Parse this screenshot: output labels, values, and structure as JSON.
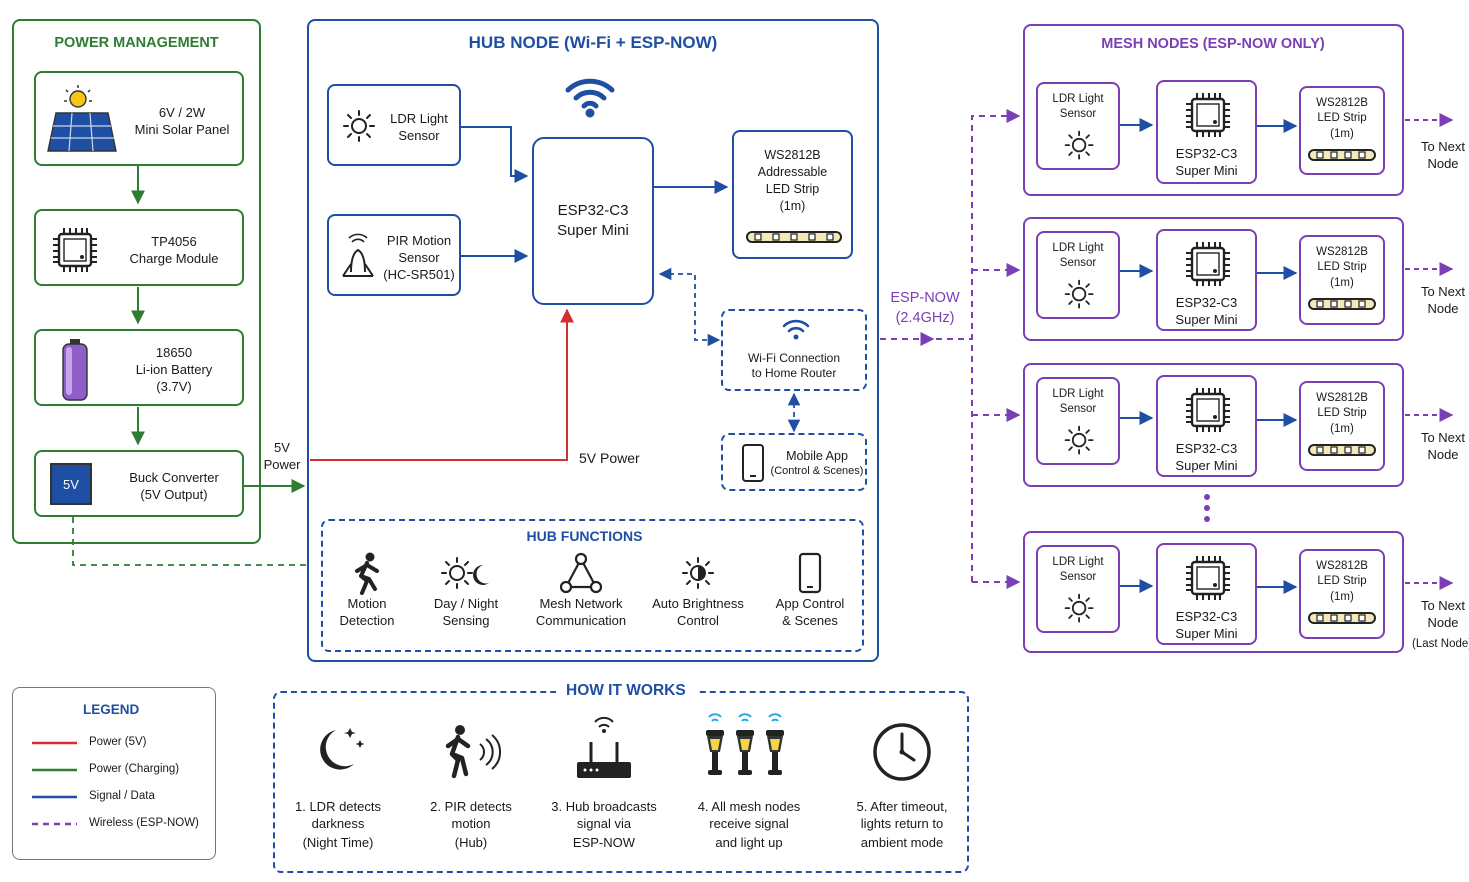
{
  "power": {
    "title": "POWER MANAGEMENT",
    "solar": [
      "6V / 2W",
      "Mini Solar Panel"
    ],
    "charger": [
      "TP4056",
      "Charge Module"
    ],
    "battery": [
      "18650",
      "Li-ion Battery",
      "(3.7V)"
    ],
    "buck": [
      "Buck Converter",
      "(5V Output)"
    ],
    "buck_chip_label": "5V",
    "out_label": [
      "5V",
      "Power"
    ]
  },
  "hub": {
    "title": "HUB NODE (Wi-Fi + ESP-NOW)",
    "ldr": [
      "LDR Light",
      "Sensor"
    ],
    "pir": [
      "PIR Motion",
      "Sensor",
      "(HC-SR501)"
    ],
    "esp": [
      "ESP32-C3",
      "Super Mini"
    ],
    "led": [
      "WS2812B",
      "Addressable",
      "LED Strip",
      "(1m)"
    ],
    "wifi": [
      "Wi-Fi Connection",
      "to Home Router"
    ],
    "app": [
      "Mobile App",
      "(Control & Scenes)"
    ],
    "power_label": "5V Power",
    "functions_title": "HUB FUNCTIONS",
    "functions": [
      {
        "icon": "running-person-icon",
        "label": [
          "Motion",
          "Detection"
        ]
      },
      {
        "icon": "sun-moon-icon",
        "label": [
          "Day / Night",
          "Sensing"
        ]
      },
      {
        "icon": "mesh-network-icon",
        "label": [
          "Mesh Network",
          "Communication"
        ]
      },
      {
        "icon": "half-sun-icon",
        "label": [
          "Auto Brightness",
          "Control"
        ]
      },
      {
        "icon": "smartphone-icon",
        "label": [
          "App Control",
          "& Scenes"
        ]
      }
    ]
  },
  "espnow": [
    "ESP-NOW",
    "(2.4GHz)"
  ],
  "mesh": {
    "title": "MESH NODES (ESP-NOW ONLY)",
    "nodes": [
      {
        "ldr": [
          "LDR Light",
          "Sensor"
        ],
        "esp": [
          "ESP32-C3",
          "Super Mini"
        ],
        "led": [
          "WS2812B",
          "LED Strip",
          "(1m)"
        ],
        "next": [
          "To Next",
          "Node"
        ],
        "extra": ""
      },
      {
        "ldr": [
          "LDR Light",
          "Sensor"
        ],
        "esp": [
          "ESP32-C3",
          "Super Mini"
        ],
        "led": [
          "WS2812B",
          "LED Strip",
          "(1m)"
        ],
        "next": [
          "To Next",
          "Node"
        ],
        "extra": ""
      },
      {
        "ldr": [
          "LDR Light",
          "Sensor"
        ],
        "esp": [
          "ESP32-C3",
          "Super Mini"
        ],
        "led": [
          "WS2812B",
          "LED Strip",
          "(1m)"
        ],
        "next": [
          "To Next",
          "Node"
        ],
        "extra": ""
      },
      {
        "ldr": [
          "LDR Light",
          "Sensor"
        ],
        "esp": [
          "ESP32-C3",
          "Super Mini"
        ],
        "led": [
          "WS2812B",
          "LED Strip",
          "(1m)"
        ],
        "next": [
          "To Next",
          "Node"
        ],
        "extra": "(Last Node)"
      }
    ]
  },
  "legend": {
    "title": "LEGEND",
    "items": [
      {
        "label": "Power (5V)",
        "color": "#d32f2f",
        "style": "solid"
      },
      {
        "label": "Power (Charging)",
        "color": "#2e7d32",
        "style": "solid"
      },
      {
        "label": "Signal / Data",
        "color": "#1e4fa3",
        "style": "solid"
      },
      {
        "label": "Wireless (ESP-NOW)",
        "color": "#7b3fb5",
        "style": "dashed"
      }
    ]
  },
  "how": {
    "title": "HOW IT WORKS",
    "steps": [
      {
        "icon": "moon-stars-icon",
        "label": [
          "1.  LDR detects",
          "darkness",
          "(Night Time)"
        ]
      },
      {
        "icon": "pir-person-icon",
        "label": [
          "2.  PIR detects",
          "motion",
          "(Hub)"
        ]
      },
      {
        "icon": "router-icon",
        "label": [
          "3.  Hub broadcasts",
          "signal via",
          "ESP-NOW"
        ]
      },
      {
        "icon": "garden-lights-icon",
        "label": [
          "4.  All mesh nodes",
          "receive signal",
          "and light up"
        ]
      },
      {
        "icon": "clock-icon",
        "label": [
          "5.  After timeout,",
          "lights return to",
          "ambient mode"
        ]
      }
    ]
  },
  "colors": {
    "green": "#2e7d32",
    "blue": "#1e4fa3",
    "red": "#d32f2f",
    "purple": "#7b3fb5"
  }
}
